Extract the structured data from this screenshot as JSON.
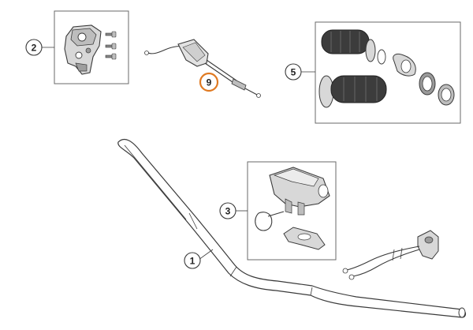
{
  "callouts": [
    {
      "id": "bar",
      "label": "1"
    },
    {
      "id": "switch",
      "label": "2"
    },
    {
      "id": "housing",
      "label": "3"
    },
    {
      "id": "grips",
      "label": "5"
    },
    {
      "id": "cable",
      "label": "9",
      "highlighted": true
    }
  ],
  "colors": {
    "line": "#3a3a3a",
    "box_border": "#6a6a6a",
    "highlight": "#e07a22",
    "grip_dark": "#3c3c3c",
    "part_light": "#d8d8d8"
  }
}
